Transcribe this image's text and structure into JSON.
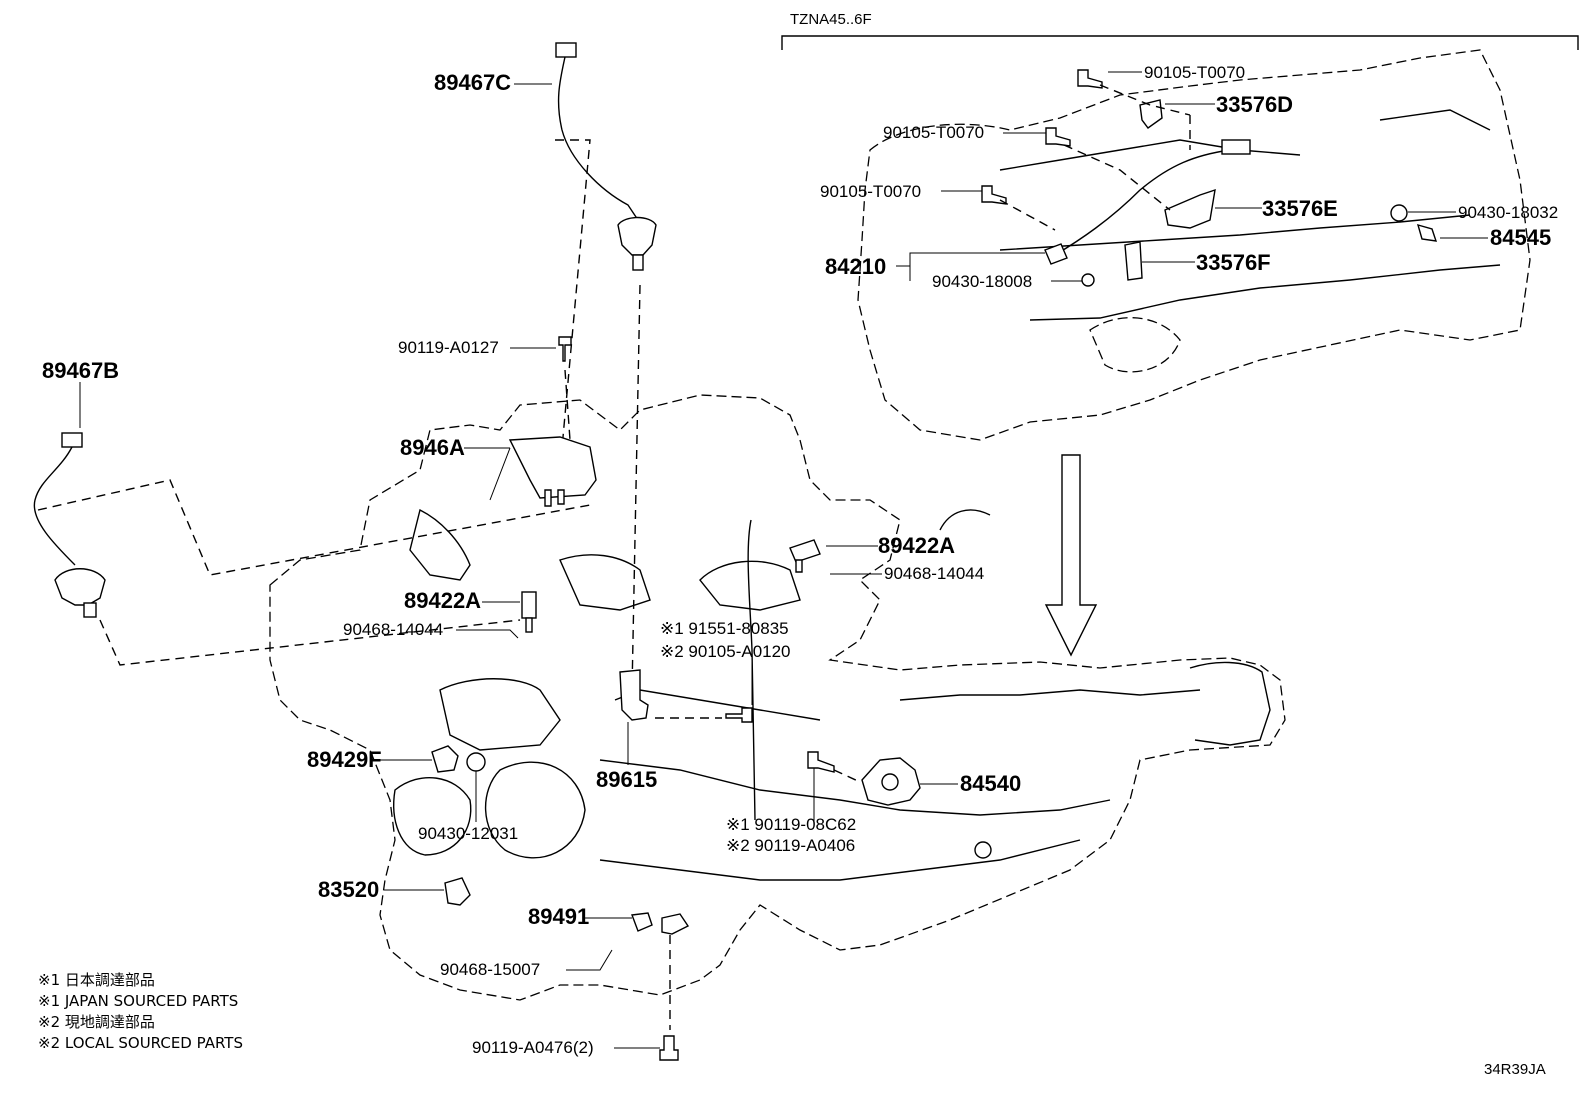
{
  "diagram": {
    "variant_label": "TZNA45..6F",
    "figure_code": "34R39JA",
    "parts": {
      "p89467C": "89467C",
      "p89467B": "89467B",
      "p90119A0127": "90119-A0127",
      "p8946A": "8946A",
      "p89422A_right": "89422A",
      "p90468_14044_right": "90468-14044",
      "p89422A_left": "89422A",
      "p90468_14044_left": "90468-14044",
      "p91551_80835": "※1 91551-80835",
      "p90105_A0120": "※2 90105-A0120",
      "p89429F": "89429F",
      "p90430_12031": "90430-12031",
      "p89615": "89615",
      "p84540": "84540",
      "p90119_08C62": "※1 90119-08C62",
      "p90119_A0406": "※2 90119-A0406",
      "p83520": "83520",
      "p89491": "89491",
      "p90468_15007": "90468-15007",
      "p90119_A0476": "90119-A0476(2)",
      "p90105_T0070_a": "90105-T0070",
      "p33576D": "33576D",
      "p90105_T0070_b": "90105-T0070",
      "p90105_T0070_c": "90105-T0070",
      "p33576E": "33576E",
      "p90430_18032": "90430-18032",
      "p84545": "84545",
      "p84210": "84210",
      "p90430_18008": "90430-18008",
      "p33576F": "33576F"
    },
    "notes": [
      "※1 日本調達部品",
      "※1 JAPAN SOURCED PARTS",
      "※2 現地調達部品",
      "※2 LOCAL SOURCED PARTS"
    ]
  }
}
